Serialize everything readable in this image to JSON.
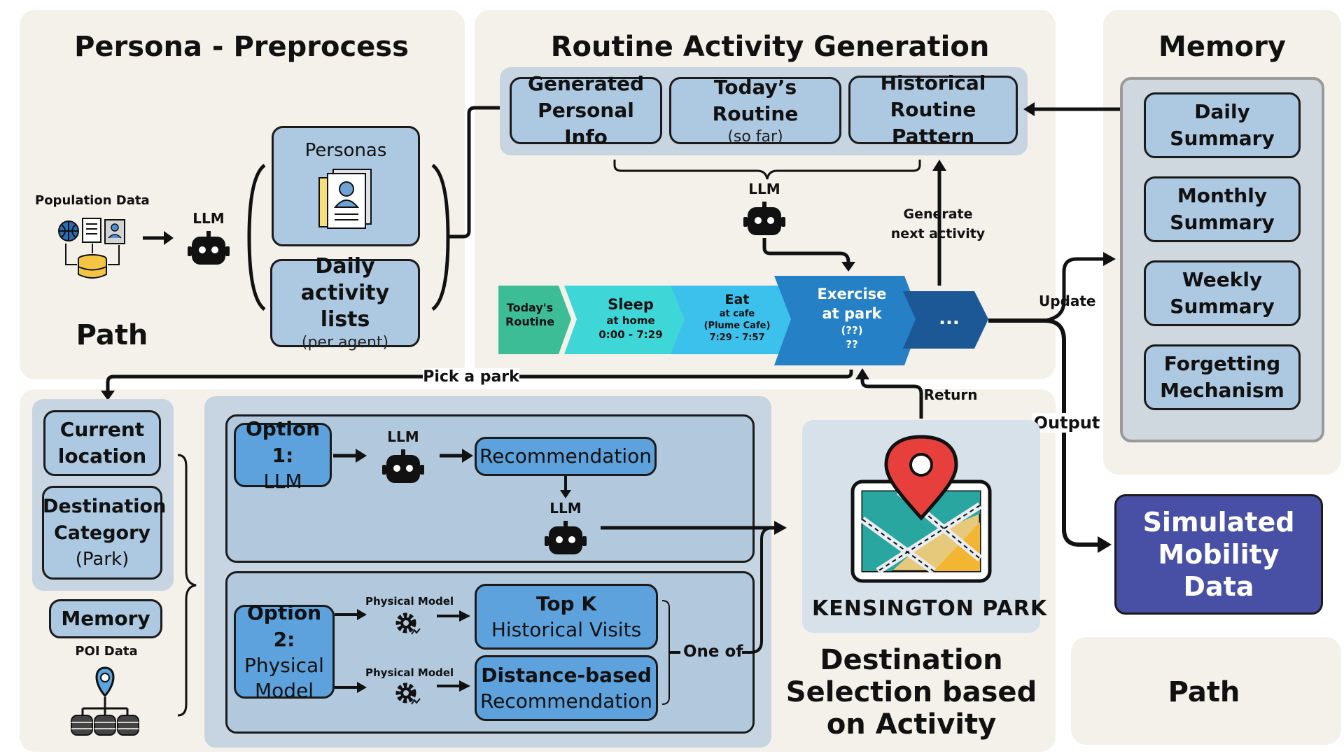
{
  "persona_panel": {
    "title": "Persona - Preprocess",
    "population_label": "Population Data",
    "llm_label": "LLM",
    "personas_label": "Personas",
    "daily_activity_title": "Daily activity lists",
    "daily_activity_sub": "(per agent)",
    "path_label": "Path"
  },
  "routine_panel": {
    "title": "Routine Activity Generation",
    "inputs": [
      {
        "title": "Generated Personal Info",
        "sub": ""
      },
      {
        "title": "Today’s Routine",
        "sub": "(so far)"
      },
      {
        "title": "Historical Routine Pattern",
        "sub": ""
      }
    ],
    "llm_label": "LLM",
    "generate_label": "Generate next activity",
    "timeline": [
      {
        "title": "Today's Routine",
        "detail1": "",
        "detail2": "",
        "color": "#3dbd96"
      },
      {
        "title": "Sleep",
        "detail1": "at home",
        "detail2": "0:00 - 7:29",
        "color": "#3fd6d8"
      },
      {
        "title": "Eat",
        "detail1": "at cafe",
        "detail2": "(Plume Cafe)",
        "detail3": "7:29 - 7:57",
        "color": "#3cc0ec"
      },
      {
        "title": "Exercise",
        "detail1": "at park",
        "detail2": "(??)",
        "detail3": "??",
        "color": "#2580c5"
      },
      {
        "title": "...",
        "color": "#1c5796"
      }
    ]
  },
  "memory_panel": {
    "title": "Memory",
    "items": [
      "Daily Summary",
      "Monthly Summary",
      "Weekly Summary",
      "Forgetting Mechanism"
    ],
    "update_label": "Update",
    "output_label": "Output"
  },
  "output": {
    "simulated_label": "Simulated Mobility Data",
    "simulated_color": "#4750a4",
    "path_label": "Path"
  },
  "destination_panel": {
    "pick_label": "Pick a park",
    "return_label": "Return",
    "inputs": {
      "current_location": "Current location",
      "destination_title": "Destination Category",
      "destination_sub": "(Park)",
      "memory": "Memory",
      "poi": "POI Data"
    },
    "option1": {
      "title": "Option 1:",
      "sub": "LLM",
      "llm_label": "LLM",
      "recommendation": "Recommendation",
      "llm2_label": "LLM"
    },
    "option2": {
      "title": "Option 2:",
      "sub": "Physical Model",
      "physical_label_1": "Physical Model",
      "physical_label_2": "Physical Model",
      "topk_title": "Top K",
      "topk_sub": "Historical Visits",
      "distance_title": "Distance-based",
      "distance_sub": "Recommendation",
      "one_of": "One of"
    },
    "park_name": "KENSINGTON PARK",
    "caption": "Destination Selection based on Activity"
  }
}
